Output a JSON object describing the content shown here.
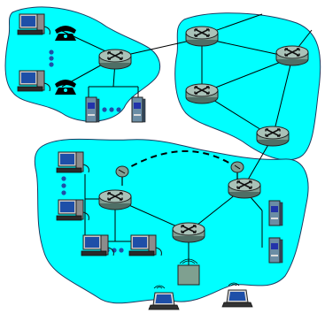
{
  "diagram": {
    "subject": "",
    "colors": {
      "background": "#ffffff",
      "cloud_fill": "#00ffff",
      "cloud_stroke": "#1e3a5f",
      "router_fill": "#7f9f93",
      "router_top": "#a9c2b8",
      "router_stroke": "#222222",
      "link": "#000000",
      "server_fill": "#6b8da5",
      "server_dark": "#34495e",
      "server_panel": "#2233aa",
      "pc_body": "#cfcfcf",
      "pc_screen": "#1e4fa8",
      "phone": "#000000",
      "wireless_link": "#000000",
      "ap_fill": "#7fa090"
    },
    "regions": [
      "top-left-network",
      "top-right-network",
      "bottom-network"
    ],
    "routers": [
      "r-topleft",
      "r-top1",
      "r-top2",
      "r-top3",
      "r-top4",
      "r-left",
      "r-mid",
      "r-right"
    ],
    "icons": [
      "telephone-icon",
      "desktop-pc-icon",
      "server-icon",
      "router-icon",
      "satellite-dish-icon",
      "laptop-icon",
      "wireless-access-point-icon"
    ]
  }
}
